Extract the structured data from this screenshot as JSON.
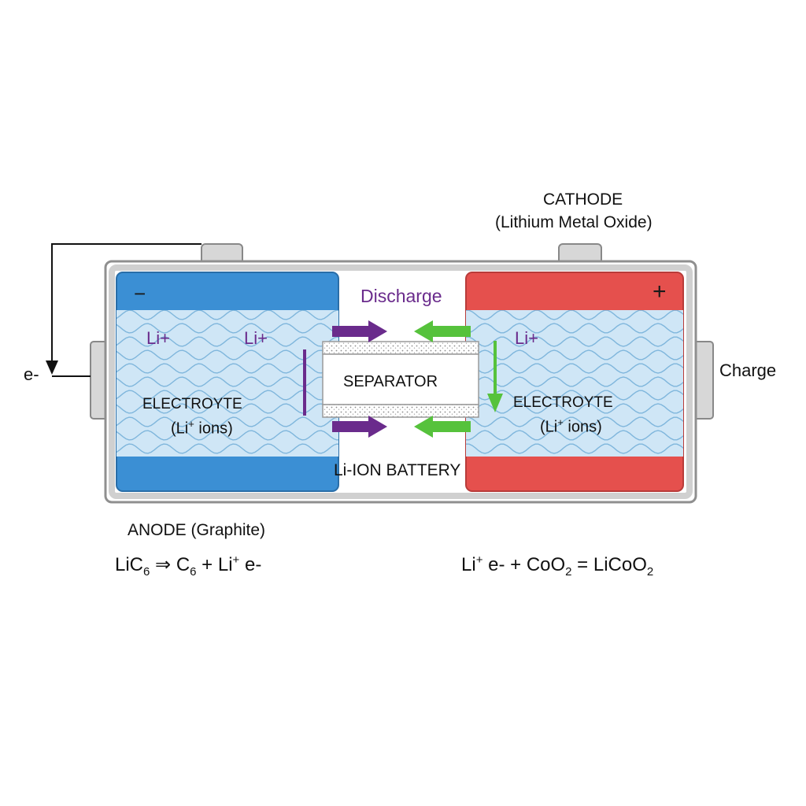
{
  "diagram": {
    "cathode_title": "CATHODE",
    "cathode_material": "(Lithium Metal Oxide)",
    "anode_label": "ANODE (Graphite)",
    "discharge_label": "Discharge",
    "charge_label": "Charge",
    "electron_label": "e-",
    "minus_sign": "−",
    "plus_sign": "+",
    "li_ion_labels": [
      "Li+",
      "Li+",
      "Li+"
    ],
    "separator_label": "SEPARATOR",
    "battery_label": "Li-ION BATTERY",
    "electrolyte_left": {
      "line1": "ELECTROYTE",
      "line2_prefix": "(Li",
      "line2_sup": "+",
      "line2_suffix": " ions)"
    },
    "electrolyte_right": {
      "line1": "ELECTROYTE",
      "line2_prefix": "(Li",
      "line2_sup": "+",
      "line2_suffix": " ions)"
    },
    "anode_equation": {
      "a": "LiC",
      "a_sub": "6",
      "arrow": " ⇒ ",
      "b": "C",
      "b_sub": "6",
      "c": " + Li",
      "c_sup": "+",
      "d": " e-"
    },
    "cathode_equation": {
      "a": "Li",
      "a_sup": "+",
      "b": " e- + CoO",
      "b_sub": "2",
      "c": " = LiCoO",
      "c_sub": "2"
    }
  },
  "colors": {
    "anode_blue": "#3b8fd4",
    "electrolyte_blue": "#cfe6f6",
    "wave_blue": "#7fb6dc",
    "cathode_red": "#e5504d",
    "casing_gray": "#c9c9c9",
    "discharge_purple": "#6a2b8c",
    "charge_green": "#56c23c"
  }
}
